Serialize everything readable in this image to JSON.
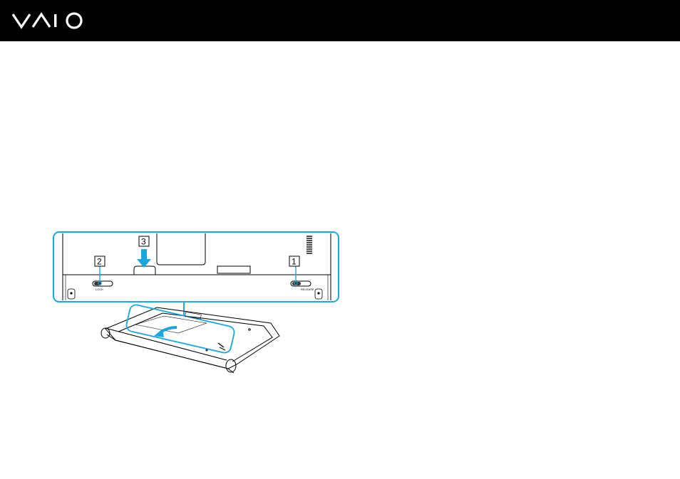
{
  "header": {
    "brand": "VAIO",
    "background": "#000000",
    "logo_color": "#ffffff"
  },
  "figure": {
    "callouts": [
      "1",
      "2",
      "3"
    ],
    "latch_left_text": "LOCK",
    "latch_right_text": "RELEASE",
    "accent_color": "#1aa7e0"
  }
}
